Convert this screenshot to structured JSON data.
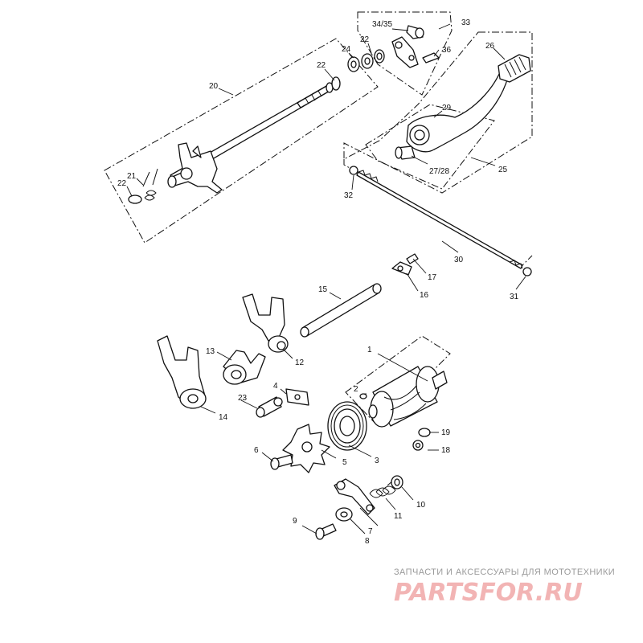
{
  "diagram": {
    "callouts": {
      "c1": "1",
      "c2": "2",
      "c3": "3",
      "c4": "4",
      "c5": "5",
      "c6": "6",
      "c7": "7",
      "c8": "8",
      "c9": "9",
      "c10": "10",
      "c11": "11",
      "c12": "12",
      "c13": "13",
      "c14": "14",
      "c15": "15",
      "c16": "16",
      "c17": "17",
      "c18": "18",
      "c19": "19",
      "c20": "20",
      "c21": "21",
      "c22a": "22",
      "c22b": "22",
      "c22c": "22",
      "c23": "23",
      "c24": "24",
      "c25": "25",
      "c26": "26",
      "c2728": "27/28",
      "c29": "29",
      "c30": "30",
      "c31": "31",
      "c32": "32",
      "c33": "33",
      "c3435": "34/35",
      "c36": "36"
    }
  },
  "watermark": {
    "tagline": "ЗАПЧАСТИ И АКСЕССУАРЫ ДЛЯ МОТОТЕХНИКИ",
    "brand": "PARTSFOR.RU"
  }
}
